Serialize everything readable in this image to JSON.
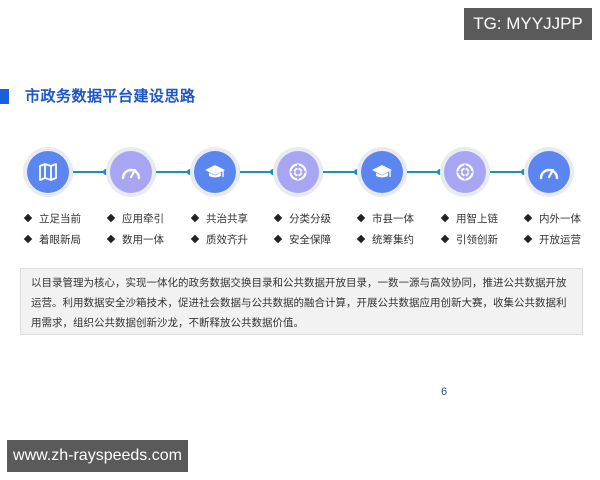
{
  "watermarks": {
    "top_right": "TG: MYYJJPP",
    "bottom_left": "www.zh-rayspeeds.com"
  },
  "header": {
    "title": "市政务数据平台建设思路"
  },
  "colors": {
    "accent_blue": "#1a5fe0",
    "title_blue": "#1e56c4",
    "circle_blue": "#5b86ef",
    "circle_lavender": "#a8a6f2",
    "connector_teal": "#1f8fb4"
  },
  "flow": {
    "steps": [
      {
        "icon": "map-icon",
        "color": "blue",
        "labels": [
          "立足当前",
          "着眼新局"
        ]
      },
      {
        "icon": "gauge-icon",
        "color": "lavender",
        "labels": [
          "应用牵引",
          "数用一体"
        ]
      },
      {
        "icon": "graduation-cap-icon",
        "color": "blue",
        "labels": [
          "共治共享",
          "质效齐升"
        ]
      },
      {
        "icon": "lifebuoy-icon",
        "color": "lavender",
        "labels": [
          "分类分级",
          "安全保障"
        ]
      },
      {
        "icon": "graduation-cap-icon",
        "color": "blue",
        "labels": [
          "市县一体",
          "统筹集约"
        ]
      },
      {
        "icon": "lifebuoy-icon",
        "color": "lavender",
        "labels": [
          "用智上链",
          "引领创新"
        ]
      },
      {
        "icon": "gauge-icon",
        "color": "blue",
        "labels": [
          "内外一体",
          "开放运营"
        ]
      }
    ]
  },
  "description": {
    "text": "以目录管理为核心，实现一体化的政务数据交换目录和公共数据开放目录，一数一源与高效协同，推进公共数据开放运营。利用数据安全沙箱技术，促进社会数据与公共数据的融合计算，开展公共数据应用创新大赛，收集公共数据利用需求，组织公共数据创新沙龙，不断释放公共数据价值。"
  },
  "footer": {
    "page_number": "6"
  }
}
